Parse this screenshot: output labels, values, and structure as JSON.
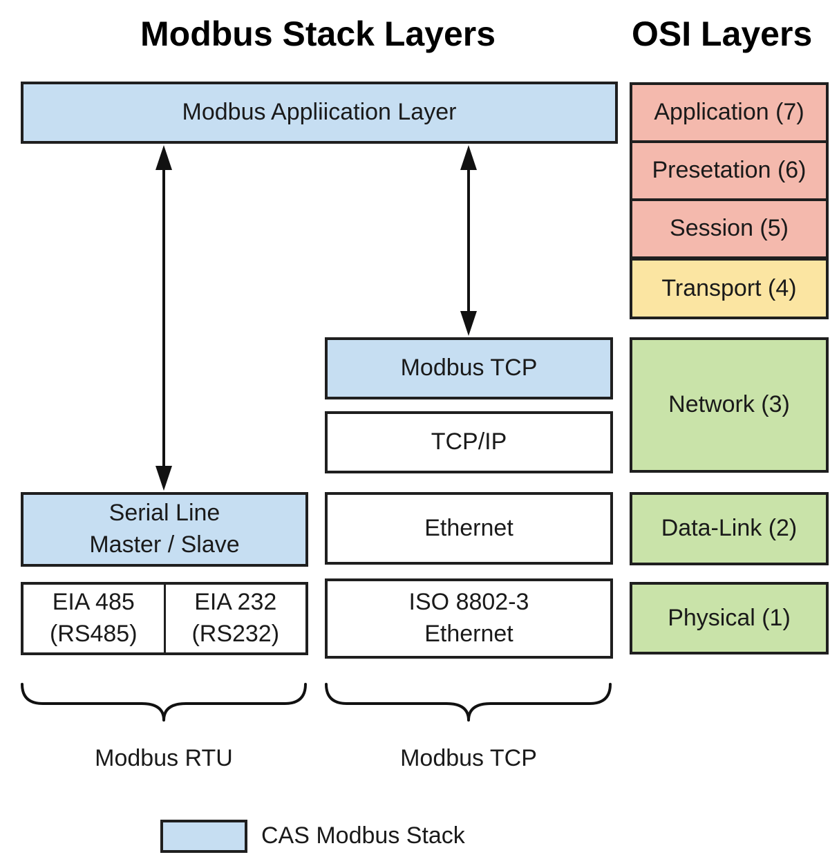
{
  "headings": {
    "modbus": "Modbus Stack Layers",
    "osi": "OSI Layers"
  },
  "modbus_stack": {
    "application_layer": "Modbus Appliication Layer",
    "modbus_tcp": "Modbus TCP",
    "tcp_ip": "TCP/IP",
    "serial_line": "Serial Line\nMaster / Slave",
    "ethernet": "Ethernet",
    "eia485": "EIA 485\n(RS485)",
    "eia232": "EIA 232\n(RS232)",
    "iso_ethernet": "ISO 8802-3\nEthernet"
  },
  "osi_layers": [
    {
      "label": "Application (7)",
      "color": "#f4b9ad"
    },
    {
      "label": "Presetation (6)",
      "color": "#f4b9ad"
    },
    {
      "label": "Session (5)",
      "color": "#f4b9ad"
    },
    {
      "label": "Transport (4)",
      "color": "#fbe5a2"
    },
    {
      "label": "Network (3)",
      "color": "#c9e3a9"
    },
    {
      "label": "Data-Link (2)",
      "color": "#c9e3a9"
    },
    {
      "label": "Physical (1)",
      "color": "#c9e3a9"
    }
  ],
  "groups": {
    "rtu": "Modbus RTU",
    "tcp": "Modbus TCP"
  },
  "legend": {
    "label": "CAS Modbus Stack",
    "color": "#c6def2"
  }
}
